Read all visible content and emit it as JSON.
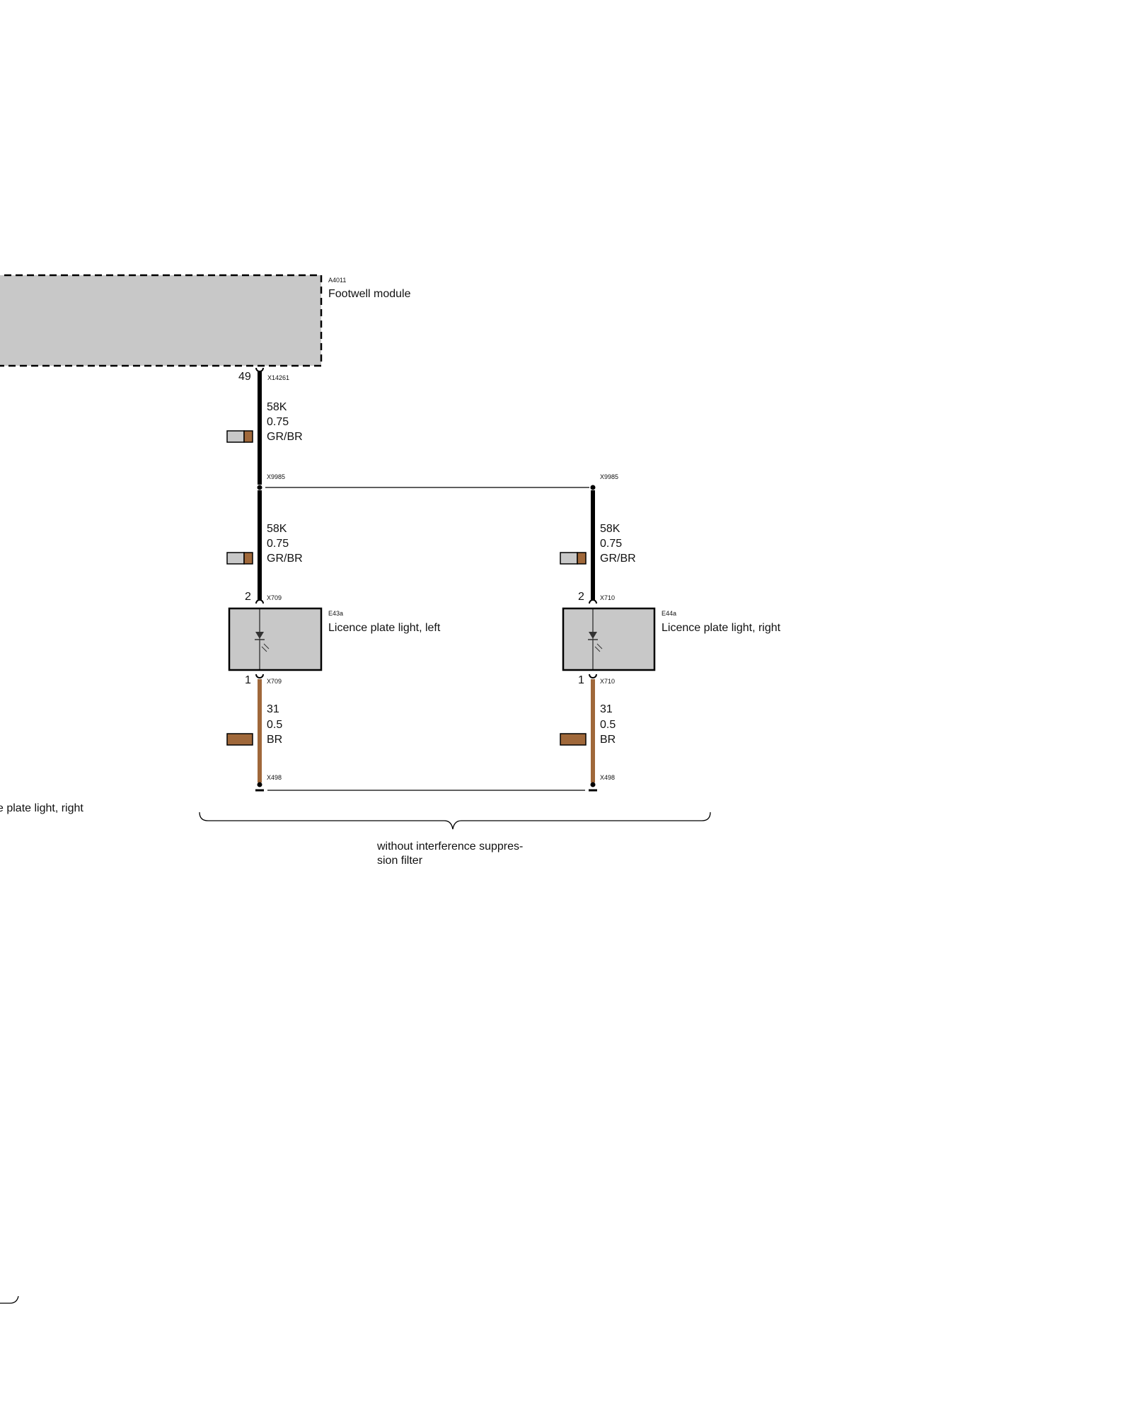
{
  "module": {
    "id": "A4011",
    "name": "Footwell module",
    "pin": "49",
    "connector": "X14261"
  },
  "wire_main": {
    "circuit": "58K",
    "size": "0.75",
    "color": "GR/BR"
  },
  "splice": {
    "left": "X9985",
    "right": "X9985"
  },
  "wire_left": {
    "circuit": "58K",
    "size": "0.75",
    "color": "GR/BR"
  },
  "wire_right": {
    "circuit": "58K",
    "size": "0.75",
    "color": "GR/BR"
  },
  "light_left": {
    "id": "E43a",
    "name": "Licence plate light, left",
    "pin_top": "2",
    "conn_top": "X709",
    "pin_bottom": "1",
    "conn_bottom": "X709"
  },
  "light_right": {
    "id": "E44a",
    "name": "Licence plate light, right",
    "pin_top": "2",
    "conn_top": "X710",
    "pin_bottom": "1",
    "conn_bottom": "X710"
  },
  "ground_left": {
    "circuit": "31",
    "size": "0.5",
    "color": "BR",
    "connector": "X498"
  },
  "ground_right": {
    "circuit": "31",
    "size": "0.5",
    "color": "BR",
    "connector": "X498"
  },
  "cut_label": "e plate light, right",
  "note": {
    "line1": "without interference suppres-",
    "line2": "sion filter"
  },
  "colors": {
    "gray": "#c8c8c8",
    "brown": "#a0683a",
    "wire_black": "#000000"
  }
}
